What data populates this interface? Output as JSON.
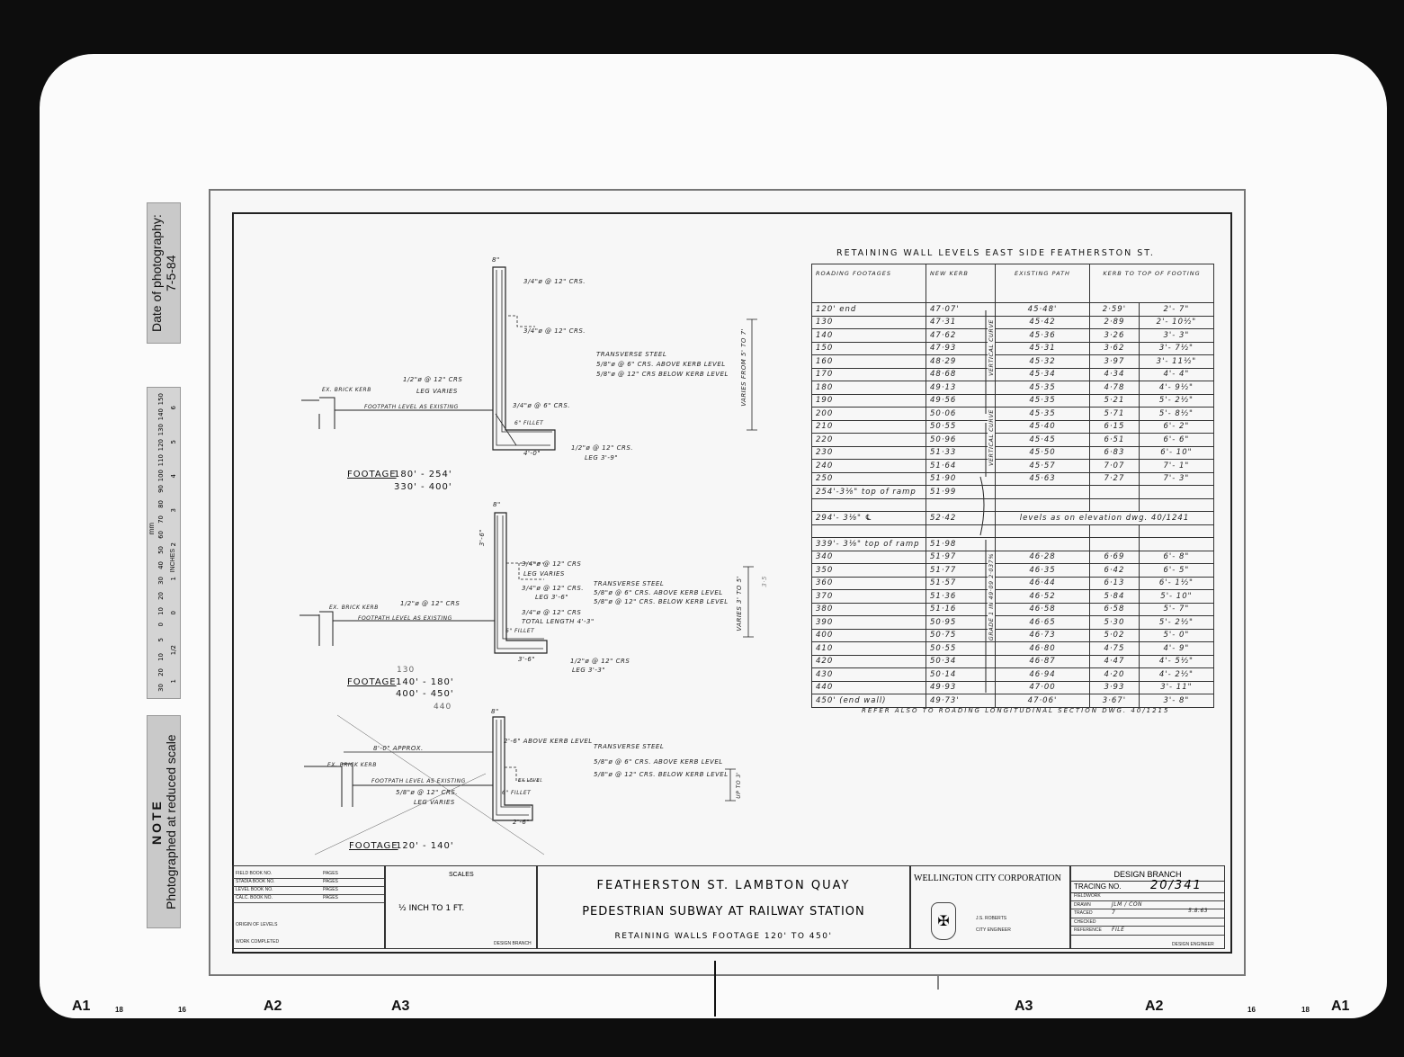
{
  "side": {
    "photo_date_label": "Date of photography:",
    "photo_date": "7-5-84",
    "ruler_unit_mm": "mm",
    "ruler_unit_in": "INCHES",
    "ruler_mm": [
      "150",
      "140",
      "130",
      "120",
      "110",
      "100",
      "90",
      "80",
      "70",
      "60",
      "50",
      "40",
      "30",
      "20",
      "10",
      "0",
      "5",
      "10",
      "20",
      "30"
    ],
    "ruler_in": [
      "6",
      "5",
      "4",
      "3",
      "2",
      "1",
      "0",
      "1/2",
      "1"
    ],
    "note_title": "NOTE",
    "note_text": "Photographed at reduced scale"
  },
  "bottom_markers": {
    "left": [
      "A1",
      "18",
      "16",
      "A2",
      "A3"
    ],
    "right": [
      "A3",
      "A2",
      "16",
      "18",
      "A1"
    ]
  },
  "table": {
    "title": "RETAINING WALL LEVELS EAST SIDE FEATHERSTON ST.",
    "headers": [
      "ROADING FOOTAGES",
      "NEW KERB",
      "EXISTING PATH",
      "KERB TO TOP OF FOOTING"
    ],
    "rows": [
      [
        "120'   end",
        "47·07'",
        "45·48'",
        "2·59'",
        "2'- 7\""
      ],
      [
        "130",
        "47·31",
        "45·42",
        "2·89",
        "2'- 10½\""
      ],
      [
        "140",
        "47·62",
        "45·36",
        "3·26",
        "3'- 3\""
      ],
      [
        "150",
        "47·93",
        "45·31",
        "3·62",
        "3'- 7½\""
      ],
      [
        "160",
        "48·29",
        "45·32",
        "3·97",
        "3'- 11½\""
      ],
      [
        "170",
        "48·68",
        "45·34",
        "4·34",
        "4'- 4\""
      ],
      [
        "180",
        "49·13",
        "45·35",
        "4·78",
        "4'- 9½\""
      ],
      [
        "190",
        "49·56",
        "45·35",
        "5·21",
        "5'- 2½\""
      ],
      [
        "200",
        "50·06",
        "45·35",
        "5·71",
        "5'- 8½\""
      ],
      [
        "210",
        "50·55",
        "45·40",
        "6·15",
        "6'- 2\""
      ],
      [
        "220",
        "50·96",
        "45·45",
        "6·51",
        "6'- 6\""
      ],
      [
        "230",
        "51·33",
        "45·50",
        "6·83",
        "6'- 10\""
      ],
      [
        "240",
        "51·64",
        "45·57",
        "7·07",
        "7'- 1\""
      ],
      [
        "250",
        "51·90",
        "45·63",
        "7·27",
        "7'- 3\""
      ],
      [
        "254'-3⅛\" top of ramp",
        "51·99",
        "",
        "",
        ""
      ],
      [
        "",
        "",
        "",
        "",
        ""
      ],
      [
        "294'- 3⅛\" ℄",
        "52·42",
        "levels as on elevation dwg. 40/1241",
        "",
        ""
      ],
      [
        "",
        "",
        "",
        "",
        ""
      ],
      [
        "339'- 3⅛\" top of ramp",
        "51·98",
        "",
        "",
        ""
      ],
      [
        "340",
        "51·97",
        "46·28",
        "6·69",
        "6'- 8\""
      ],
      [
        "350",
        "51·77",
        "46·35",
        "6·42",
        "6'- 5\""
      ],
      [
        "360",
        "51·57",
        "46·44",
        "6·13",
        "6'- 1½\""
      ],
      [
        "370",
        "51·36",
        "46·52",
        "5·84",
        "5'- 10\""
      ],
      [
        "380",
        "51·16",
        "46·58",
        "6·58",
        "5'- 7\""
      ],
      [
        "390",
        "50·95",
        "46·65",
        "5·30",
        "5'- 2½\""
      ],
      [
        "400",
        "50·75",
        "46·73",
        "5·02",
        "5'- 0\""
      ],
      [
        "410",
        "50·55",
        "46·80",
        "4·75",
        "4'- 9\""
      ],
      [
        "420",
        "50·34",
        "46·87",
        "4·47",
        "4'- 5½\""
      ],
      [
        "430",
        "50·14",
        "46·94",
        "4·20",
        "4'- 2½\""
      ],
      [
        "440",
        "49·93",
        "47·00",
        "3·93",
        "3'- 11\""
      ],
      [
        "450'  (end wall)",
        "49·73'",
        "47·06'",
        "3·67'",
        "3'- 8\""
      ]
    ],
    "curve_label_1": "VERTICAL CURVE",
    "curve_label_2": "VERTICAL CURVE",
    "grade_label": "GRADE 1 IN 49·09  2·037%",
    "footnote": "REFER ALSO TO ROADING LONGITUDINAL SECTION DWG. 40/1215"
  },
  "section1": {
    "width_top": "8\"",
    "bar_top": "3/4\"ø @ 12\" CRS.",
    "bar_mid": "3/4\"ø @ 12\" CRS.",
    "transverse_title": "TRANSVERSE STEEL",
    "transverse_above": "5/8\"ø @ 6\" CRS. ABOVE KERB LEVEL",
    "transverse_below": "5/8\"ø @ 12\" CRS BELOW KERB LEVEL",
    "varies": "VARIES FROM 5' TO 7'",
    "stem_bar": "1/2\"ø @ 12\" CRS",
    "stem_leg": "LEG VARIES",
    "kerb": "EX. BRICK KERB",
    "footpath": "FOOTPATH LEVEL AS EXISTING",
    "heel_bar": "3/4\"ø @ 6\" CRS.",
    "fillet": "6\" FILLET",
    "base_width": "4'-0\"",
    "base_bar": "1/2\"ø @ 12\" CRS.",
    "base_leg": "LEG 3'-9\"",
    "footage_label": "FOOTAGE",
    "footage_1": "180' - 254'",
    "footage_2": "330' - 400'"
  },
  "section2": {
    "width_top": "8\"",
    "upper_height": "3'-6\"",
    "bar_a": "3/4\"ø @ 12\" CRS",
    "bar_a_leg": "LEG VARIES",
    "bar_b": "3/4\"ø @ 12\" CRS.",
    "bar_b_leg": "LEG 3'-6\"",
    "transverse_title": "TRANSVERSE STEEL",
    "transverse_above": "5/8\"ø @ 6\" CRS. ABOVE KERB LEVEL",
    "transverse_below": "5/8\"ø @ 12\" CRS. BELOW KERB LEVEL",
    "varies": "VARIES 3' TO 5'",
    "side_note": "3·5",
    "kerb": "EX. BRICK KERB",
    "stem_bar": "1/2\"ø @ 12\" CRS",
    "footpath": "FOOTPATH LEVEL AS EXISTING",
    "heel_bar": "3/4\"ø @ 12\" CRS",
    "heel_len": "TOTAL LENGTH 4'-3\"",
    "fillet": "6\" FILLET",
    "base_width": "3'-6\"",
    "base_bar": "1/2\"ø @ 12\" CRS",
    "base_leg": "LEG 3'-3\"",
    "footage_label": "FOOTAGE",
    "footage_1": "140' - 180'",
    "footage_1_correction": "130",
    "footage_2": "400' - 450'",
    "footage_2_correction": "440"
  },
  "section3": {
    "width_top": "8\"",
    "above_kerb": "2'-6\" ABOVE KERB LEVEL",
    "approx": "8'-0\" APPROX.",
    "transverse_title": "TRANSVERSE STEEL",
    "transverse_above": "5/8\"ø @ 6\" CRS. ABOVE KERB LEVEL",
    "transverse_below": "5/8\"ø @ 12\" CRS. BELOW KERB LEVEL",
    "varies": "UP TO 3'",
    "kerb": "EX. BRICK KERB",
    "footpath": "FOOTPATH LEVEL AS EXISTING",
    "stem_bar": "5/8\"ø @ 12\" CRS.",
    "stem_leg": "LEG VARIES",
    "fillet": "6\" FILLET",
    "ex_level": "EX LEVEL",
    "base_width": "2'-6\"",
    "footage_label": "FOOTAGE",
    "footage_1": "120' - 140'"
  },
  "title_block": {
    "books": [
      [
        "FIELD BOOK NO.",
        "PAGES"
      ],
      [
        "STADIA BOOK NO.",
        "PAGES"
      ],
      [
        "LEVEL BOOK NO.",
        "PAGES"
      ],
      [
        "CALC. BOOK NO.",
        "PAGES"
      ]
    ],
    "origin": "ORIGIN OF LEVELS",
    "work_completed": "WORK COMPLETED",
    "scales_label": "SCALES",
    "scale": "½ INCH TO 1 FT.",
    "design_branch_small": "DESIGN BRANCH",
    "title_1": "FEATHERSTON ST. LAMBTON QUAY",
    "title_2": "PEDESTRIAN SUBWAY AT RAILWAY STATION",
    "title_3": "RETAINING WALLS FOOTAGE 120' TO 450'",
    "corporation": "WELLINGTON CITY CORPORATION",
    "engineer_name": "J.S. ROBERTS",
    "engineer_title": "CITY ENGINEER",
    "design_branch": "DESIGN BRANCH",
    "tracing_label": "TRACING NO.",
    "tracing_no": "20/341",
    "fields": [
      [
        "FIELDWORK",
        ""
      ],
      [
        "DRAWN",
        "JLM / CON"
      ],
      [
        "TRACED",
        "7"
      ],
      [
        "CHECKED",
        ""
      ],
      [
        "REFERENCE",
        "FILE"
      ]
    ],
    "traced_date": "5.8.63",
    "design_engineer": "DESIGN ENGINEER"
  }
}
